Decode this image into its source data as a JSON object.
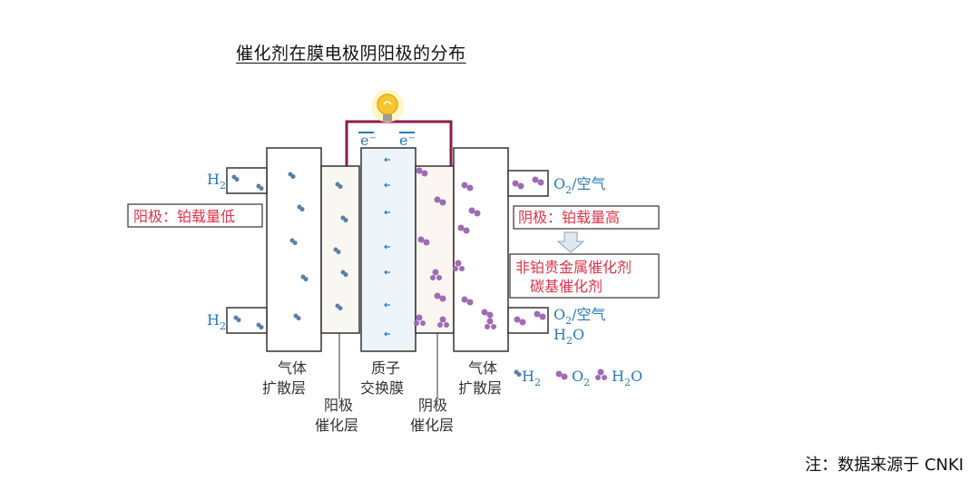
{
  "title": "催化剂在膜电极阴阳极的分布",
  "footnote": "注：数据来源于 CNKI",
  "electrons": [
    "e⁻",
    "e⁻"
  ],
  "inputs": {
    "h2_top": "H",
    "h2_bottom": "H",
    "h2_sub": "2",
    "o2_top_o": "O",
    "o2_top_sub": "2",
    "o2_top_rest": "/空气",
    "o2_bottom_o": "O",
    "o2_bottom_sub": "2",
    "o2_bottom_rest": "/空气",
    "water_out_h": "H",
    "water_out_sub": "2",
    "water_out_o": "O"
  },
  "callouts": {
    "anode": "阳极：铂载量低",
    "cathode": "阴极：铂载量高",
    "alt_line1": "非铂贵金属催化剂",
    "alt_line2": "碳基催化剂"
  },
  "layers": {
    "gdl_left_1": "气体",
    "gdl_left_2": "扩散层",
    "anode_cl_1": "阳极",
    "anode_cl_2": "催化层",
    "membrane_1": "质子",
    "membrane_2": "交换膜",
    "cathode_cl_1": "阴极",
    "cathode_cl_2": "催化层",
    "gdl_right_1": "气体",
    "gdl_right_2": "扩散层"
  },
  "legend": {
    "h2_h": "H",
    "h2_sub": "2",
    "o2_o": "O",
    "o2_sub": "2",
    "h2o_h": "H",
    "h2o_sub": "2",
    "h2o_o": "O"
  },
  "colors": {
    "wire": "#8b1d4a",
    "blue_text": "#2a79b6",
    "red_text": "#d9344a",
    "molecule_h2": "#5a7fa6",
    "molecule_o2": "#a06ab4",
    "bulb": "#f7c52e"
  }
}
